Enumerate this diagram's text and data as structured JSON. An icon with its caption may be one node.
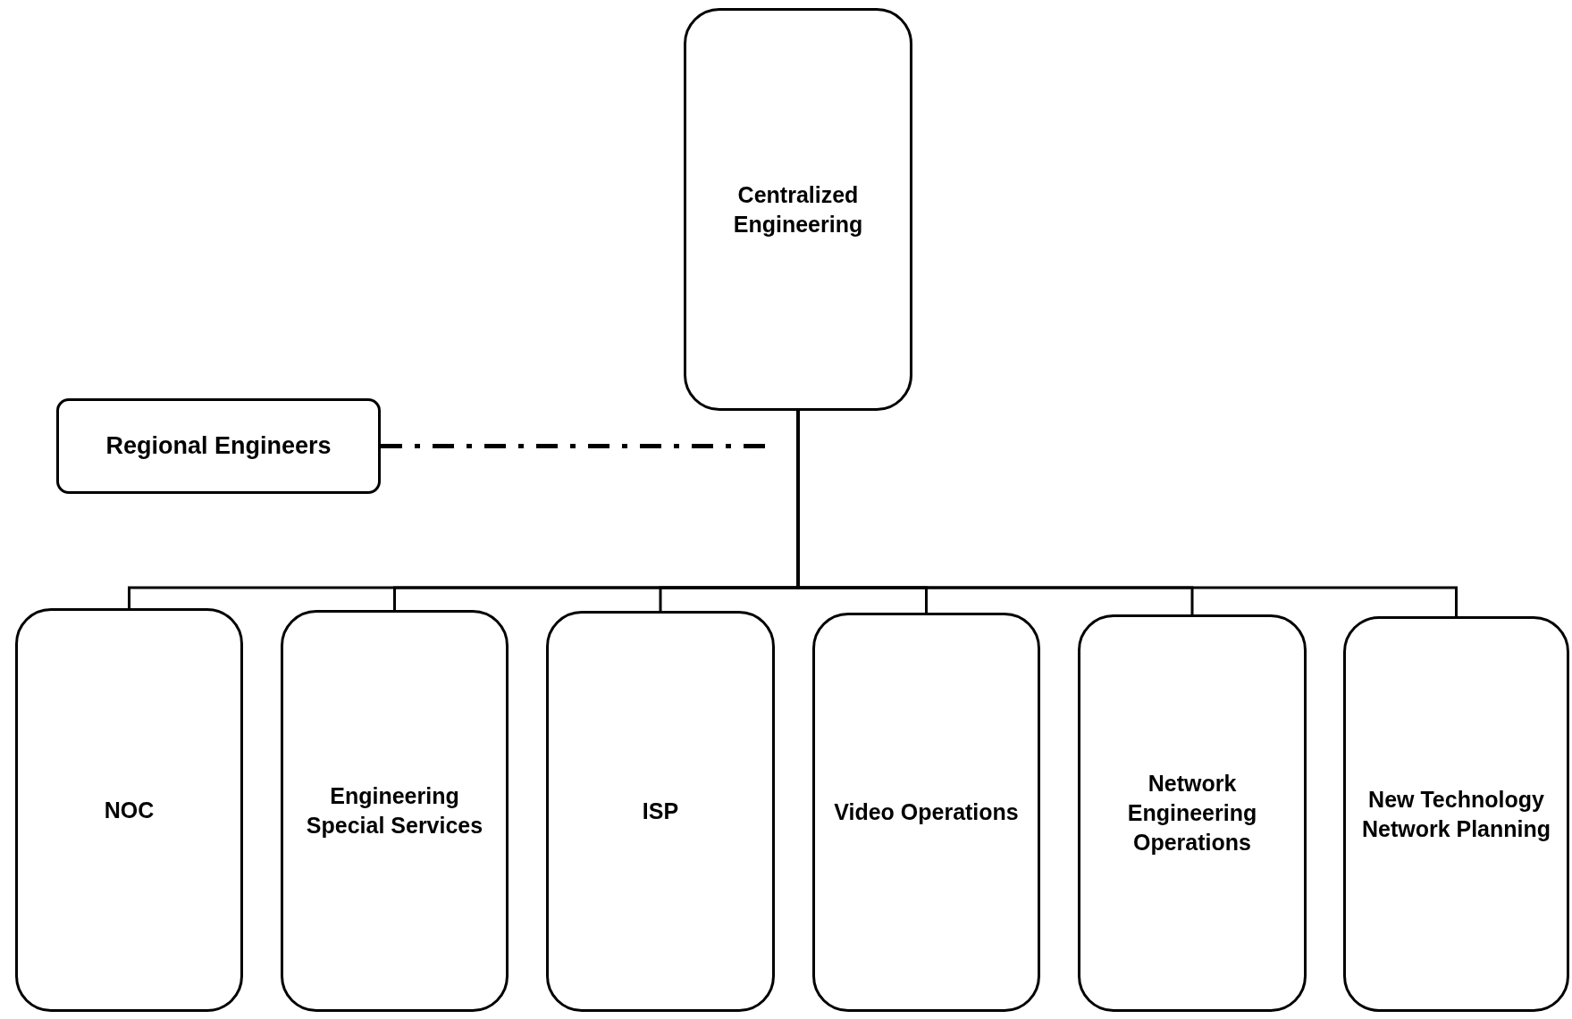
{
  "diagram": {
    "nodes": [
      {
        "text": [
          "Centralized Engineering"
        ]
      },
      {
        "text": [
          "Regional Engineers"
        ]
      },
      {
        "text": [
          "NOC"
        ]
      },
      {
        "text": [
          "Engineering Special Services"
        ]
      },
      {
        "text": [
          "ISP"
        ]
      },
      {
        "text": [
          "Video Operations"
        ]
      },
      {
        "text": [
          "Network Engineering Operations"
        ]
      },
      {
        "text": [
          "New Technology Network Planning"
        ]
      }
    ],
    "edges": [
      {
        "from": 0,
        "to": 2,
        "arrow": "none"
      },
      {
        "from": 0,
        "to": 3,
        "arrow": "none"
      },
      {
        "from": 0,
        "to": 4,
        "arrow": "none"
      },
      {
        "from": 0,
        "to": 5,
        "arrow": "none"
      },
      {
        "from": 0,
        "to": 6,
        "arrow": "none"
      },
      {
        "from": 0,
        "to": 7,
        "arrow": "none"
      },
      {
        "from": 1,
        "to": null,
        "arrow": "none",
        "style": "dashed"
      }
    ]
  }
}
